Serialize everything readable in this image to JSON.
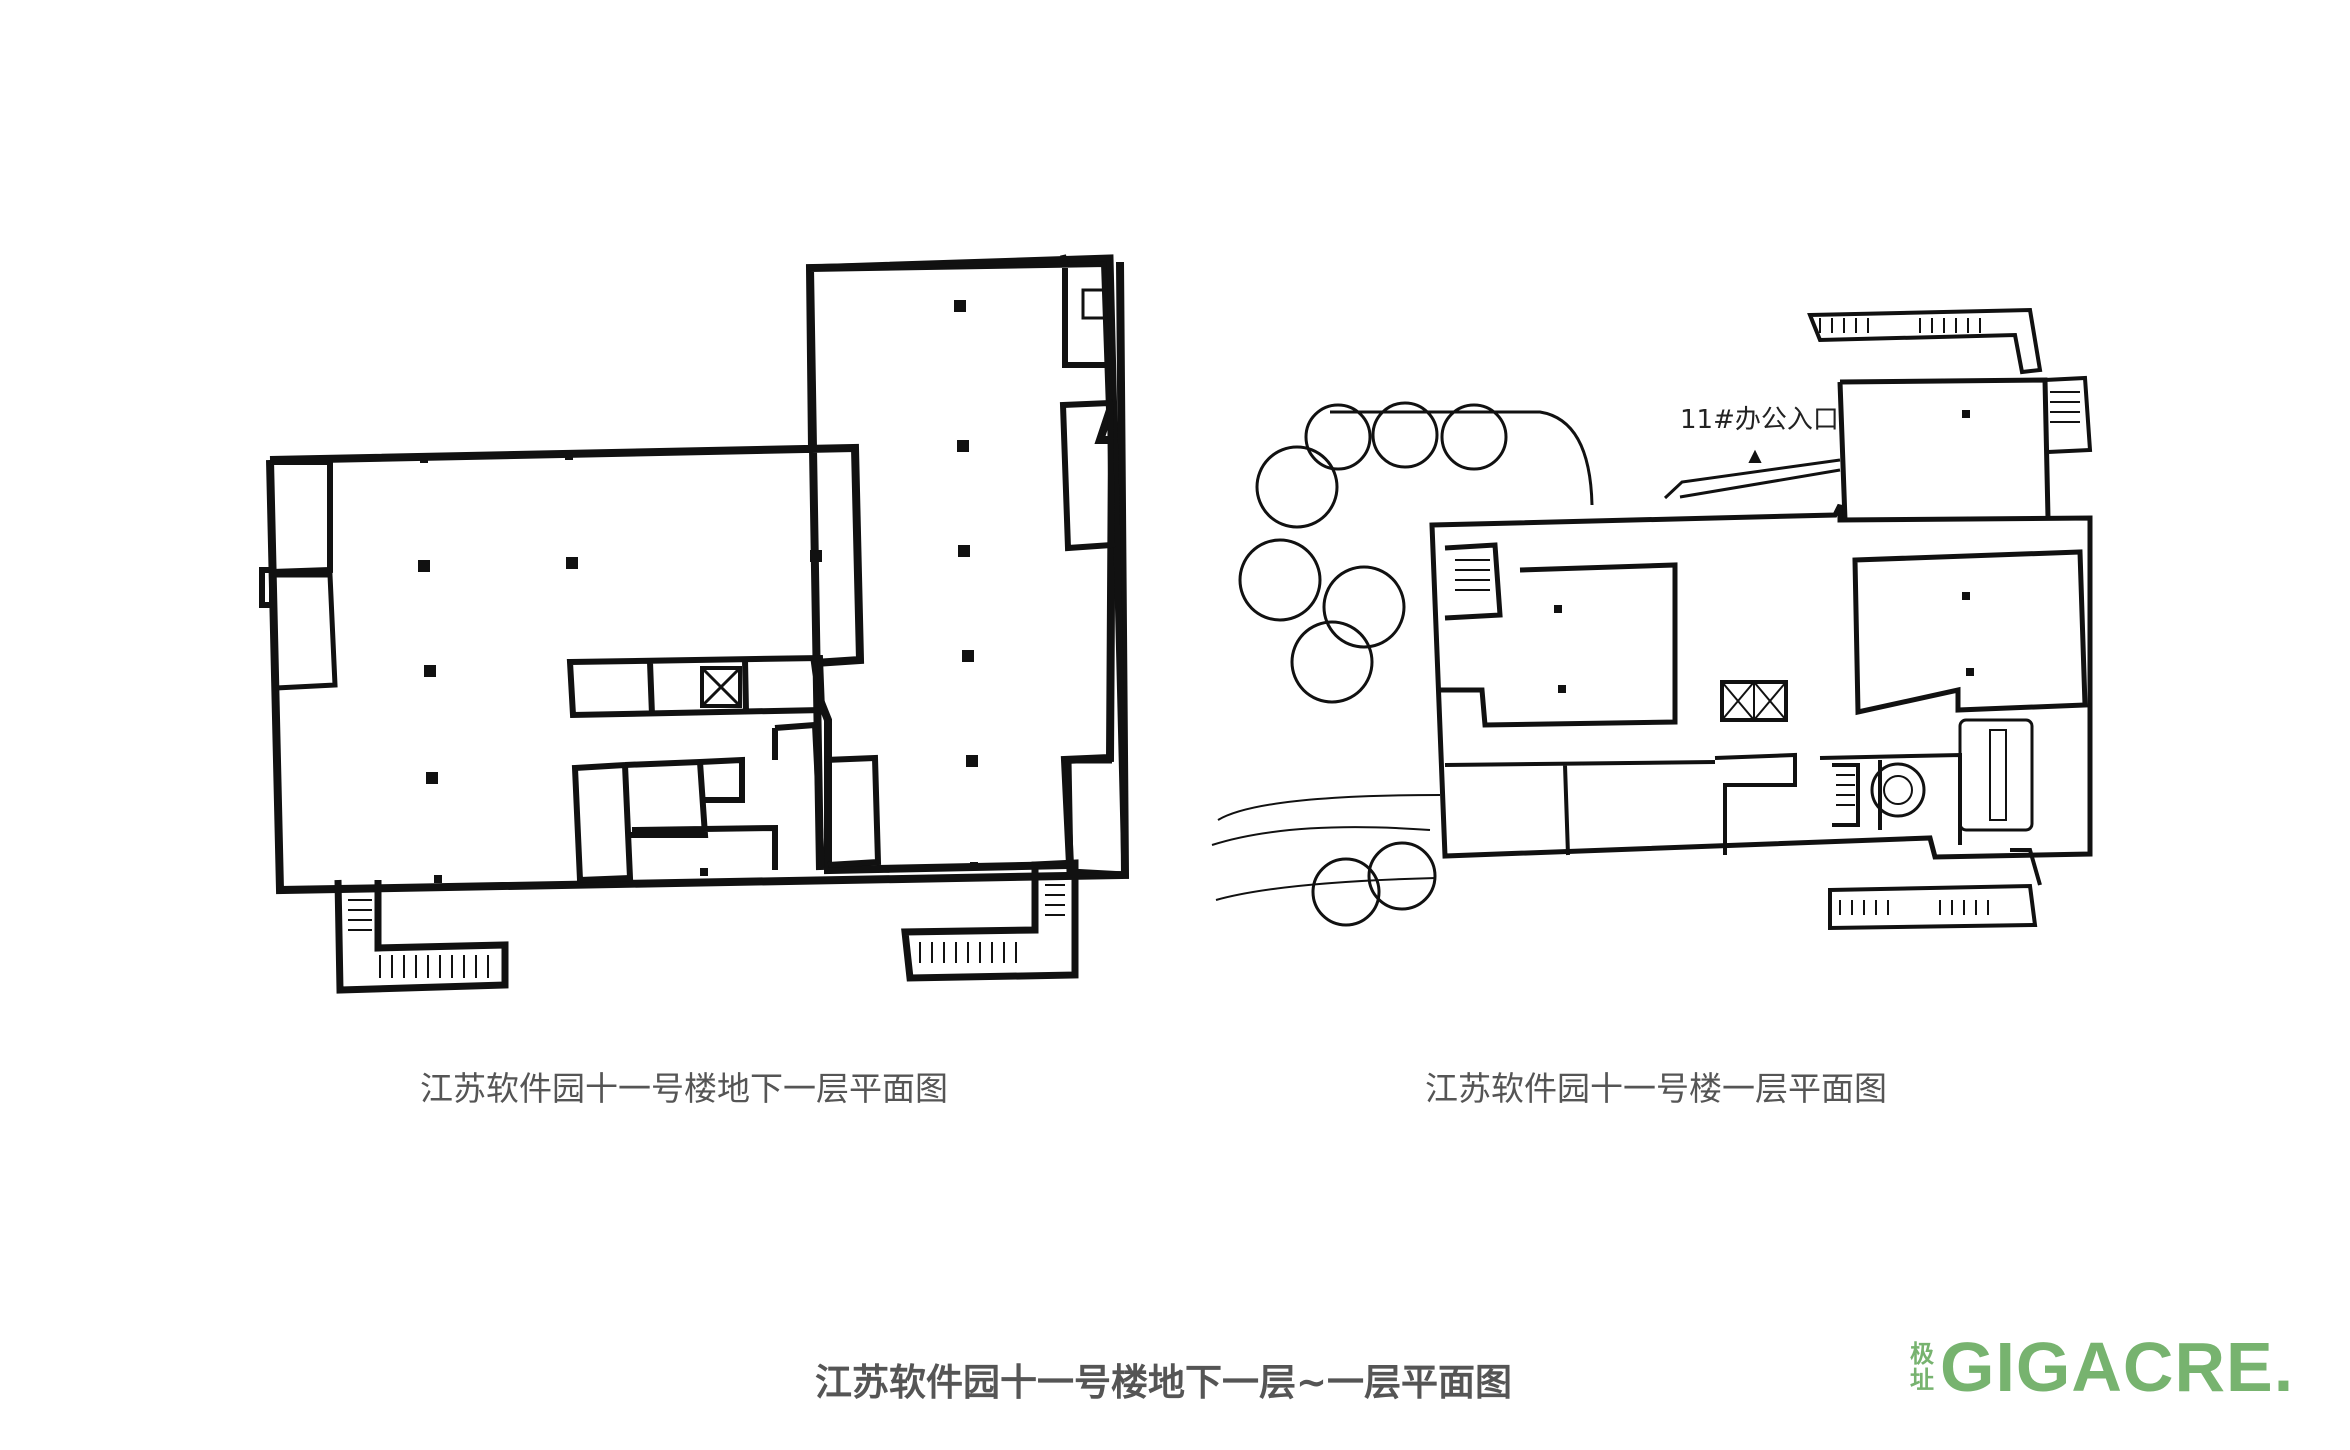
{
  "plans": {
    "basement": {
      "caption": "江苏软件园十一号楼地下一层平面图"
    },
    "ground": {
      "caption": "江苏软件园十一号楼一层平面图",
      "entrance_label": "11#办公入口"
    }
  },
  "title": "江苏软件园十一号楼地下一层~一层平面图",
  "logo": {
    "cn_top": "极",
    "cn_bottom": "址",
    "text": "GIGACRE."
  },
  "colors": {
    "line": "#111111",
    "caption": "#555555",
    "logo": "#77b36f"
  }
}
